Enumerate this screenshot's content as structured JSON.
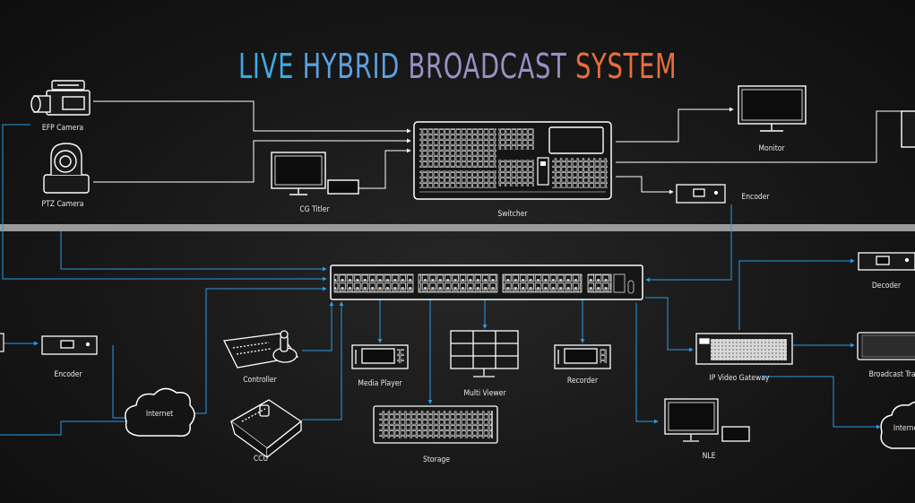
{
  "title": {
    "words": [
      "LIVE",
      "HYBRID",
      "BROADCAST",
      "SYSTEM"
    ]
  },
  "colors": {
    "production_line": "#ffffff",
    "network_line": "#2a9be3",
    "title_blue": "#3fa9e6",
    "title_orange": "#e86f3c",
    "divider": "#9a9a9a"
  },
  "labels": {
    "efp_camera": "EFP Camera",
    "ptz_camera": "PTZ Camera",
    "cg_titler": "CG Titler",
    "switcher": "Switcher",
    "monitor": "Monitor",
    "encoder_top": "Encoder",
    "encoder_left": "Encoder",
    "internet_left": "Internet",
    "internet_right": "Internet",
    "controller": "Controller",
    "ccu": "CCU",
    "media_player": "Media Player",
    "multi_viewer": "Multi Viewer",
    "recorder": "Recorder",
    "storage": "Storage",
    "nle": "NLE",
    "ip_video_gateway": "IP Video Gateway",
    "decoder": "Decoder",
    "broadcast_transmitter": "Broadcast Trans"
  }
}
